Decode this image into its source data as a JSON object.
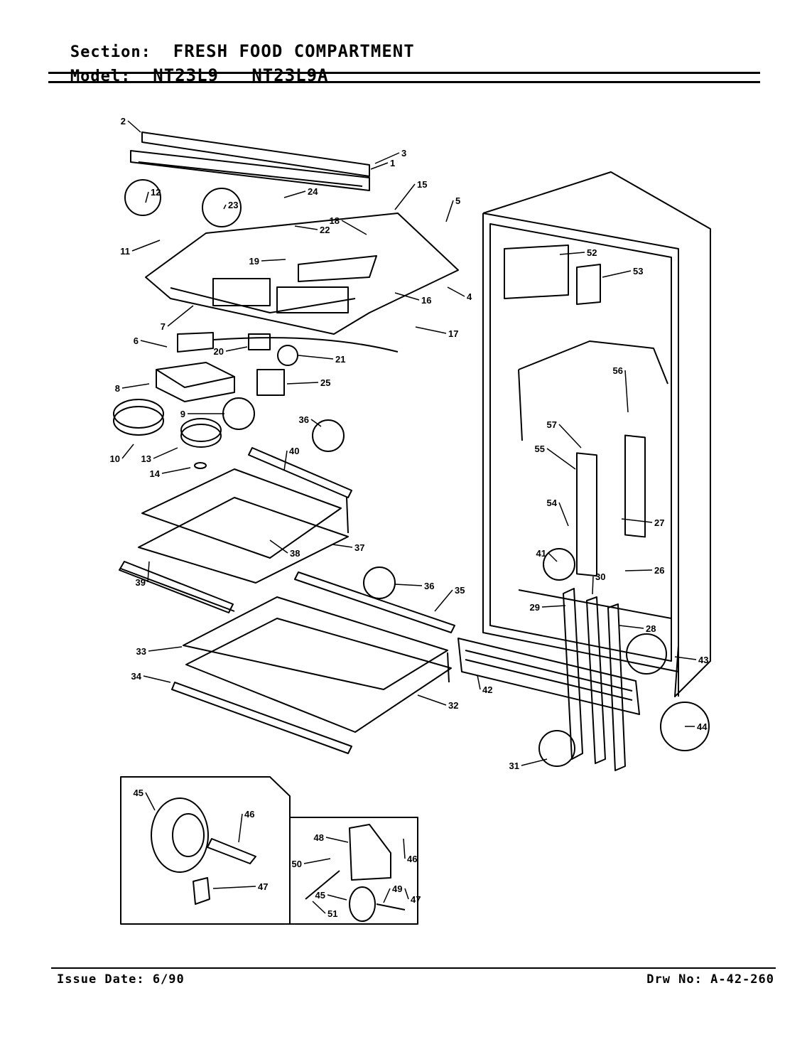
{
  "header": {
    "section_key": "Section:",
    "section_value": "FRESH FOOD COMPARTMENT",
    "model_key": "Model:",
    "model_value": "NT23L9   NT23L9A"
  },
  "footer": {
    "issue_date": "Issue Date: 6/90",
    "drawing_number": "Drw No: A-42-260"
  },
  "callouts": [
    "1",
    "2",
    "3",
    "4",
    "5",
    "6",
    "7",
    "8",
    "9",
    "10",
    "11",
    "12",
    "13",
    "14",
    "15",
    "16",
    "17",
    "18",
    "19",
    "20",
    "21",
    "22",
    "23",
    "24",
    "25",
    "26",
    "27",
    "28",
    "29",
    "30",
    "31",
    "32",
    "33",
    "34",
    "35",
    "36",
    "36",
    "37",
    "38",
    "39",
    "40",
    "41",
    "42",
    "43",
    "44",
    "45",
    "45",
    "46",
    "46",
    "47",
    "47",
    "48",
    "49",
    "50",
    "51",
    "52",
    "53",
    "54",
    "55",
    "56",
    "57"
  ]
}
